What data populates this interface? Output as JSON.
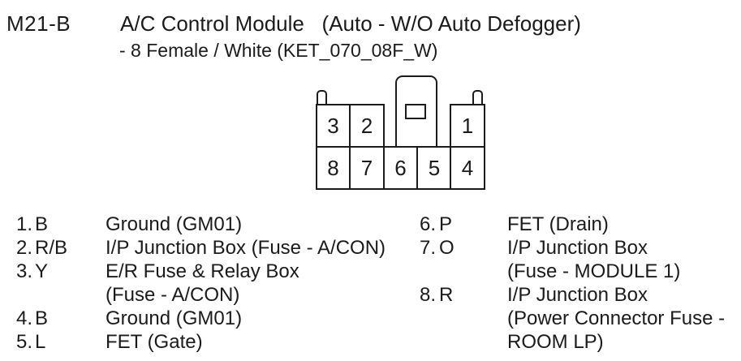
{
  "header": {
    "connector_id": "M21-B",
    "title": "A/C Control Module   (Auto - W/O Auto Defogger)",
    "subtitle": "- 8 Female / White (KET_070_08F_W)"
  },
  "connector": {
    "top_row": {
      "pin3": "3",
      "pin2": "2",
      "pin1": "1"
    },
    "bottom_row": {
      "pin8": "8",
      "pin7": "7",
      "pin6": "6",
      "pin5": "5",
      "pin4": "4"
    }
  },
  "pin_list": {
    "left": [
      {
        "num": "1.",
        "wire": "B",
        "desc": "Ground (GM01)"
      },
      {
        "num": "2.",
        "wire": "R/B",
        "desc": "I/P Junction Box (Fuse - A/CON)"
      },
      {
        "num": "3.",
        "wire": "Y",
        "desc": "E/R Fuse & Relay Box"
      },
      {
        "num": "",
        "wire": "",
        "desc": "(Fuse - A/CON)"
      },
      {
        "num": "4.",
        "wire": "B",
        "desc": "Ground (GM01)"
      },
      {
        "num": "5.",
        "wire": "L",
        "desc": "FET (Gate)"
      }
    ],
    "right": [
      {
        "num": "6.",
        "wire": "P",
        "desc": "FET (Drain)"
      },
      {
        "num": "7.",
        "wire": "O",
        "desc": "I/P Junction Box"
      },
      {
        "num": "",
        "wire": "",
        "desc": "(Fuse - MODULE 1)"
      },
      {
        "num": "8.",
        "wire": "R",
        "desc": "I/P Junction Box"
      },
      {
        "num": "",
        "wire": "",
        "desc": "(Power Connector Fuse -"
      },
      {
        "num": "",
        "wire": "",
        "desc": "ROOM LP)"
      }
    ]
  },
  "colors": {
    "ink": "#1b1b1b",
    "background": "#ffffff"
  }
}
